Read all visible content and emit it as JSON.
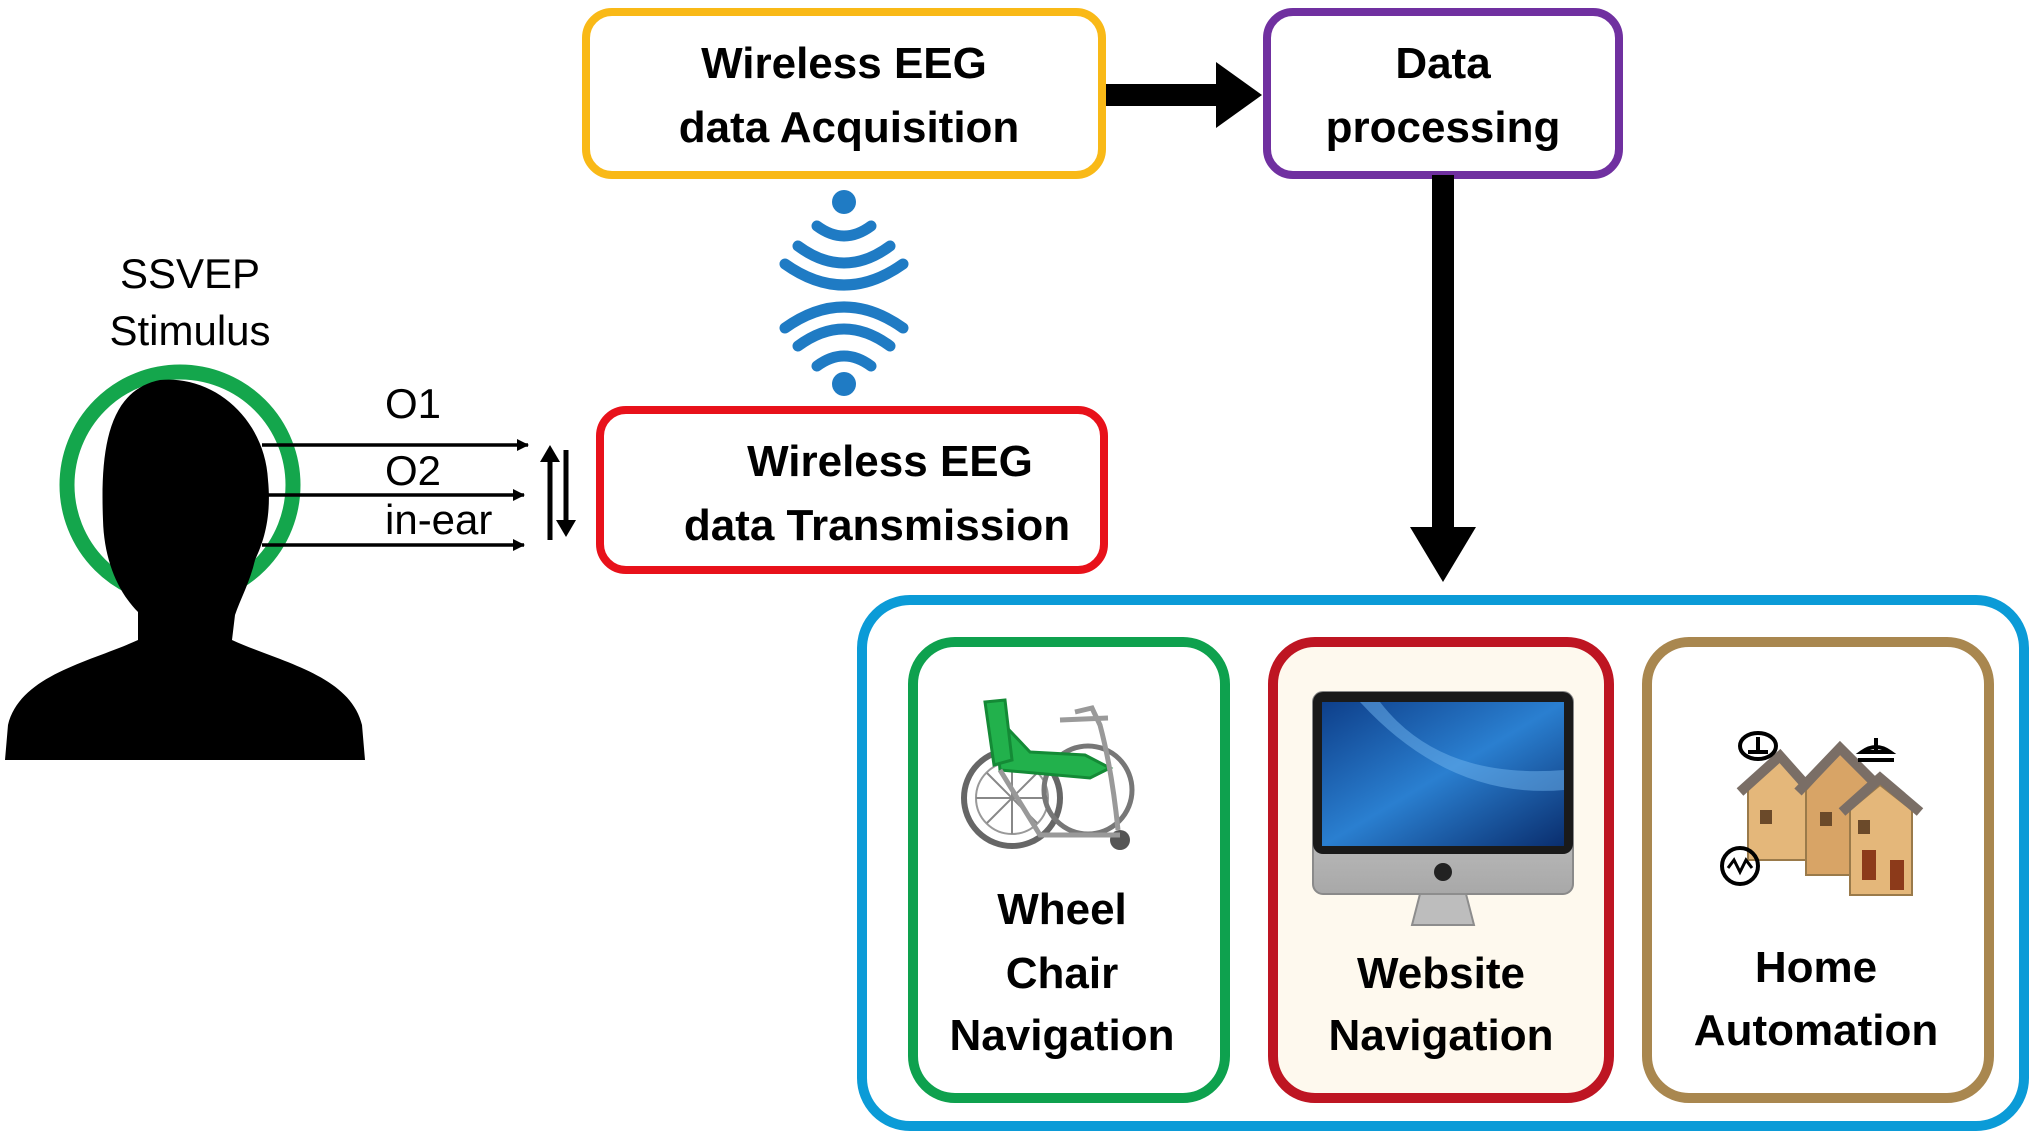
{
  "colors": {
    "acquisition_border": "#F9B917",
    "processing_border": "#7030A0",
    "transmission_border": "#E8111A",
    "output_group_border": "#0B9BD7",
    "wheelchair_border": "#0EA14E",
    "website_border": "#BE1522",
    "home_border": "#A9874F",
    "wireless_icon": "#1F7BC4",
    "head_ring": "#14A64C"
  },
  "stimulus": {
    "line1": "SSVEP",
    "line2": "Stimulus"
  },
  "electrodes": [
    "O1",
    "O2",
    "in-ear"
  ],
  "acquisition": {
    "line1": "Wireless EEG",
    "line2": "data Acquisition"
  },
  "processing": {
    "line1": "Data",
    "line2": "processing"
  },
  "transmission": {
    "line1": "Wireless EEG",
    "line2": "data Transmission"
  },
  "applications": {
    "wheelchair": {
      "line1": "Wheel",
      "line2": "Chair",
      "line3": "Navigation"
    },
    "website": {
      "line1": "Website",
      "line2": "Navigation"
    },
    "home": {
      "line1": "Home",
      "line2": "Automation"
    }
  },
  "icons": {
    "head": "head-silhouette-icon",
    "wireless": "wireless-signal-icon",
    "wheelchair": "wheelchair-icon",
    "monitor": "desktop-monitor-icon",
    "home": "smart-home-icon",
    "bidirectional": "bidirectional-arrows-icon"
  }
}
